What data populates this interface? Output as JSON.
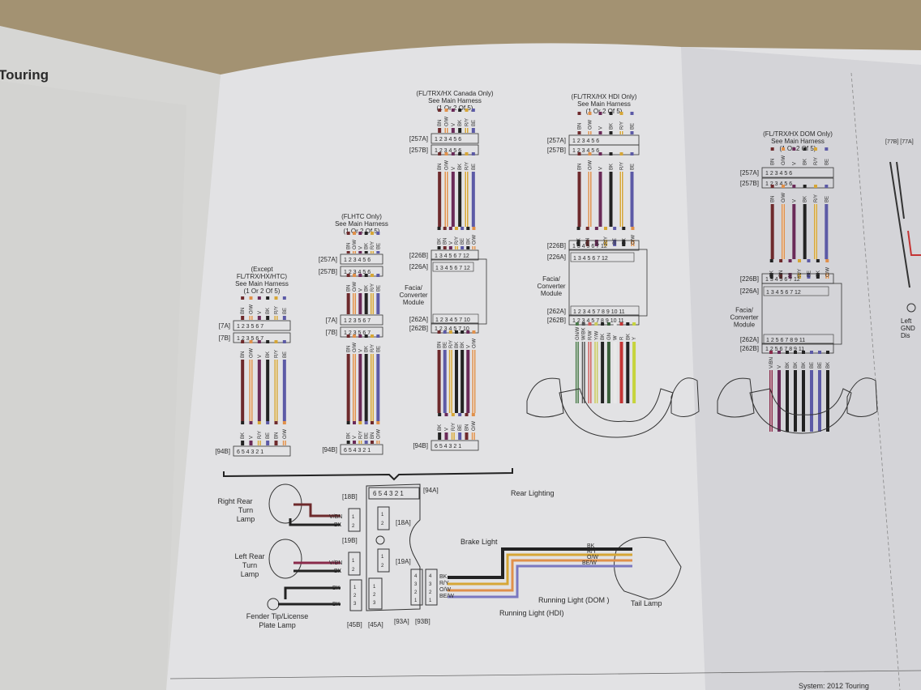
{
  "left_page": {
    "title": "Touring"
  },
  "footer": {
    "text": "System: 2012 Touring"
  },
  "palette": {
    "BN": "#6e2a2c",
    "O/W": "#e0904a",
    "V": "#6a2a58",
    "BK": "#222222",
    "R/Y": "#d6a636",
    "BE": "#5c5aa6",
    "GN/W": "#4a7a4a",
    "W/BK": "#555555",
    "R/W": "#d05a5a",
    "Y/W": "#c9c85a",
    "GN": "#3a5e3a",
    "W": "#e8e8e8",
    "R": "#c43434",
    "Y": "#c6d43c",
    "V/BN": "#8a2a4a",
    "BE/W": "#7a78c0"
  },
  "harnesses": [
    {
      "header": [
        "(Except",
        "FL/TRX/HX/HTC)",
        "See Main Harness",
        "(1 Or 2 Of 5)"
      ],
      "blocks": [
        {
          "type": "wires",
          "labels": [
            "BN",
            "O/W",
            "V",
            "BK",
            "R/Y",
            "BE"
          ]
        },
        {
          "type": "connector",
          "label": "[7A]",
          "pins": "1 2 3    5 6 7"
        },
        {
          "type": "connector",
          "label": "[7B]",
          "pins": "1 2 3    5 6 7"
        },
        {
          "type": "wires",
          "labels": [
            "BN",
            "O/W",
            "V",
            "BK",
            "R/Y",
            "BE"
          ]
        },
        {
          "type": "wires",
          "labels": [
            "BK",
            "V",
            "R/Y",
            "BE",
            "BN",
            "O/W"
          ]
        },
        {
          "type": "connector",
          "label": "[94B]",
          "pins": "6 5 4 3 2 1"
        }
      ]
    },
    {
      "header": [
        "(FLHTC Only)",
        "See Main Harness",
        "(1 Or 2 Of 5)"
      ],
      "blocks": [
        {
          "type": "wires",
          "labels": [
            "BN",
            "O/W",
            "V",
            "BK",
            "R/Y",
            "BE"
          ]
        },
        {
          "type": "connector",
          "label": "[257A]",
          "pins": "1 2 3    4 5 6"
        },
        {
          "type": "connector",
          "label": "[257B]",
          "pins": "1 2 3    4 5 6"
        },
        {
          "type": "wires",
          "labels": [
            "BN",
            "O/W",
            "V",
            "BK",
            "R/Y",
            "BE"
          ]
        },
        {
          "type": "connector",
          "label": "[7A]",
          "pins": "1 2 3    5 6 7"
        },
        {
          "type": "connector",
          "label": "[7B]",
          "pins": "1 2 3    5 6 7"
        },
        {
          "type": "wires",
          "labels": [
            "BN",
            "O/W",
            "V",
            "BK",
            "R/Y",
            "BE"
          ]
        },
        {
          "type": "wires",
          "labels": [
            "BK",
            "V",
            "R/Y",
            "BE",
            "BN",
            "O/W"
          ]
        },
        {
          "type": "connector",
          "label": "[94B]",
          "pins": "6 5 4 3 2 1"
        }
      ]
    },
    {
      "header": [
        "(FL/TRX/HX Canada Only)",
        "See Main Harness",
        "(1 Or 2 Of 5)"
      ],
      "blocks": [
        {
          "type": "wires",
          "labels": [
            "BN",
            "O/W",
            "V",
            "BK",
            "R/Y",
            "BE"
          ]
        },
        {
          "type": "connector",
          "label": "[257A]",
          "pins": "1 2 3    4 5 6"
        },
        {
          "type": "connector",
          "label": "[257B]",
          "pins": "1 2 3    4 5 6"
        },
        {
          "type": "wires",
          "labels": [
            "BN",
            "O/W",
            "V",
            "BK",
            "R/Y",
            "BE"
          ]
        },
        {
          "type": "wires",
          "labels": [
            "BK",
            "BN",
            "V",
            "R/Y",
            "BE",
            "BK",
            "O/W"
          ]
        },
        {
          "type": "connector",
          "label": "[226B]",
          "pins": "1 3 4 5 6 7  12"
        },
        {
          "type": "module",
          "label": "[226A]",
          "pins_top": "1 3 4 5 6 7  12",
          "name": [
            "Facia/",
            "Converter",
            "Module"
          ],
          "label_bottom": "[262A]",
          "pins_bottom": "1 2 3 4 5  7 10"
        },
        {
          "type": "connector",
          "label": "[262B]",
          "pins": "1 2 3 4 5  7 10"
        },
        {
          "type": "wires",
          "labels": [
            "BN",
            "BE",
            "R/Y",
            "BK",
            "BK",
            "V",
            "O/W"
          ]
        },
        {
          "type": "wires",
          "labels": [
            "BK",
            "V",
            "R/Y",
            "BE",
            "BN",
            "O/W"
          ]
        },
        {
          "type": "connector",
          "label": "[94B]",
          "pins": "6 5 4 3 2 1"
        }
      ]
    },
    {
      "header": [
        "(FL/TRX/HX HDI Only)",
        "See Main Harness",
        "(1 Or 2 Of 5)"
      ],
      "blocks": [
        {
          "type": "wires",
          "labels": [
            "BN",
            "O/W",
            "V",
            "BK",
            "R/Y",
            "BE"
          ]
        },
        {
          "type": "connector",
          "label": "[257A]",
          "pins": "1 2 3    4 5 6"
        },
        {
          "type": "connector",
          "label": "[257B]",
          "pins": "1 2 3    4 5 6"
        },
        {
          "type": "wires",
          "labels": [
            "BN",
            "O/W",
            "V",
            "BK",
            "R/Y",
            "BE"
          ]
        },
        {
          "type": "wires",
          "labels": [
            "BK",
            "BN",
            "V",
            "R/Y",
            "BE",
            "BK",
            "O/W"
          ]
        },
        {
          "type": "connector",
          "label": "[226B]",
          "pins": "1 3 4 5 6 7  12"
        },
        {
          "type": "module",
          "label": "[226A]",
          "pins_top": "1 3 4 5 6 7  12",
          "name": [
            "Facia/",
            "Converter",
            "Module"
          ],
          "label_bottom": "[262A]",
          "pins_bottom": "1 2 3 4 5 7 8 9 10 11"
        },
        {
          "type": "connector",
          "label": "[262B]",
          "pins": "1 2 3 4 5 7 8 9 10 11"
        },
        {
          "type": "wires",
          "labels": [
            "GN/W",
            "W/BK",
            "R/W",
            "Y/W",
            "BK",
            "GN",
            "W",
            "R",
            "BK",
            "Y"
          ]
        }
      ]
    },
    {
      "header": [
        "(FL/TRX/HX DOM Only)",
        "See Main Harness",
        "(1 Or 2 Of 5)"
      ],
      "blocks": [
        {
          "type": "wires",
          "labels": [
            "BN",
            "O/W",
            "V",
            "BK",
            "R/Y",
            "BE"
          ]
        },
        {
          "type": "connector",
          "label": "[257A]",
          "pins": "1 2 3    4 5 6"
        },
        {
          "type": "connector",
          "label": "[257B]",
          "pins": "1 2 3    4 5 6"
        },
        {
          "type": "wires",
          "labels": [
            "BN",
            "O/W",
            "V",
            "BK",
            "R/Y",
            "BE"
          ]
        },
        {
          "type": "wires",
          "labels": [
            "BK",
            "BN",
            "V",
            "R/Y",
            "BE",
            "BK",
            "O/W"
          ]
        },
        {
          "type": "connector",
          "label": "[226B]",
          "pins": "1 3 4 5 6 7  12"
        },
        {
          "type": "module",
          "label": "[226A]",
          "pins_top": "1 3 4 5 6 7  12",
          "name": [
            "Facia/",
            "Converter",
            "Module"
          ],
          "label_bottom": "[262A]",
          "pins_bottom": "1 2    5 6 7 8 9 11"
        },
        {
          "type": "connector",
          "label": "[262B]",
          "pins": "1 2    5 6 7 8 9 11"
        },
        {
          "type": "wires",
          "labels": [
            "V/BN",
            "V",
            "BK",
            "BK",
            "BK",
            "BE",
            "BE",
            "BK"
          ]
        }
      ]
    }
  ],
  "rear_lighting": {
    "title": "Rear Lighting",
    "right_turn": "Right Rear|Turn|Lamp",
    "right_turn_lines": [
      "Right Rear",
      "Turn",
      "Lamp"
    ],
    "left_turn_lines": [
      "Left Rear",
      "Turn",
      "Lamp"
    ],
    "fender_lines": [
      "Fender Tip/License",
      "Plate Lamp"
    ],
    "brake_light": "Brake Light",
    "running_dom": "Running Light (DOM )",
    "running_hdi": "Running Light (HDI)",
    "tail_lamp": "Tail Lamp",
    "connectors": {
      "c94a": "[94A]",
      "c94a_pins": "6 5 4 3 2 1",
      "c18b": "[18B]",
      "c18a": "[18A]",
      "c19b": "[19B]",
      "c19a": "[19A]",
      "c45b": "[45B]",
      "c45a": "[45A]",
      "c93a": "[93A]",
      "c93b": "[93B]"
    },
    "right_turn_wires": [
      "V/BN",
      "BK"
    ],
    "left_turn_wires": [
      "V/BN",
      "BK"
    ],
    "fender_wires": [
      "BK",
      "BK"
    ],
    "tail_wires": [
      "BK",
      "R/Y",
      "O/W",
      "BE/W"
    ],
    "pins_2": [
      "1",
      "2"
    ],
    "pins_3": [
      "1",
      "2",
      "3"
    ],
    "pins_4": [
      "4",
      "3",
      "2",
      "1"
    ]
  },
  "right_edge": {
    "connectors": "[77B] [77A]",
    "ground_lines": [
      "Left",
      "GND",
      "Dis"
    ]
  }
}
